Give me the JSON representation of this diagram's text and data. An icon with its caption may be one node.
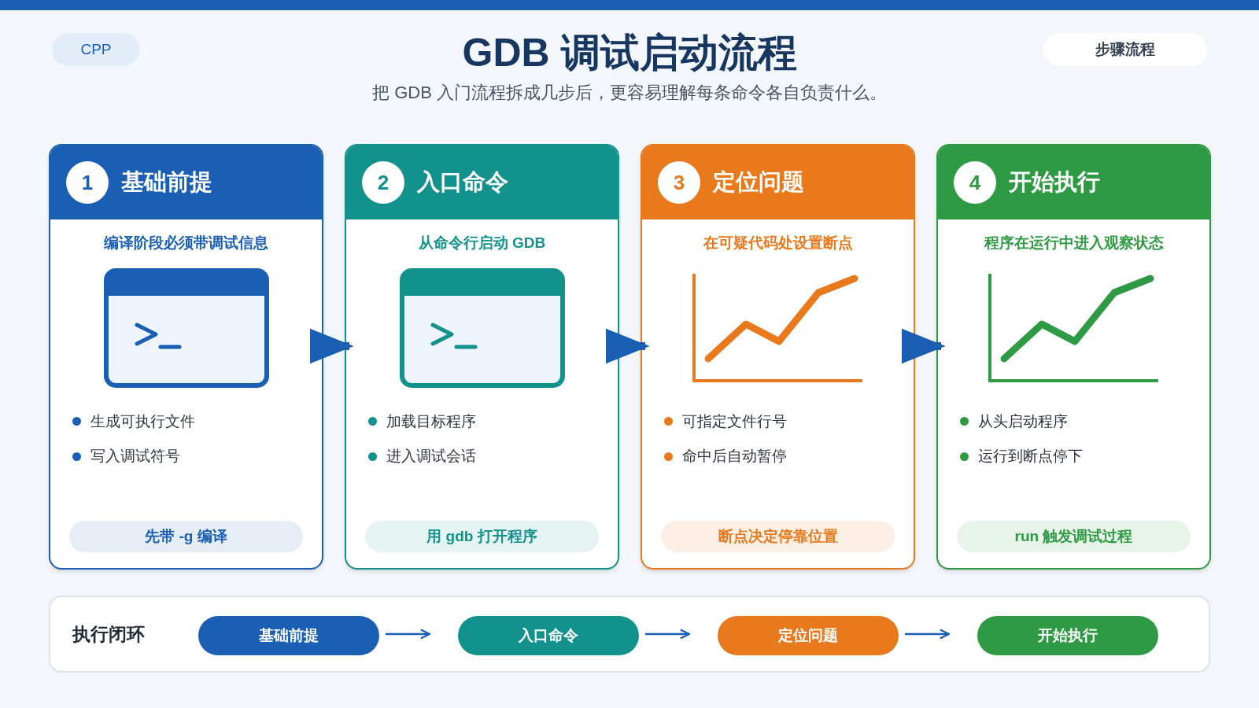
{
  "diagram": {
    "title": "GDB 调试启动流程",
    "caption": "把 GDB 入门流程拆成几步后，更容易理解每条命令各自负责什么。",
    "nodes": [
      {
        "text": [
          "CPP"
        ]
      },
      {
        "text": [
          "步骤流程"
        ]
      },
      {
        "text": [
          "1",
          "基础前提",
          "编译阶段必须带调试信息",
          "生成可执行文件",
          "写入调试符号"
        ]
      },
      {
        "text": [
          "先带 -g 编译"
        ],
        "in": 2
      },
      {
        "text": [
          "2",
          "入口命令",
          "从命令行启动 GDB",
          "加载目标程序",
          "进入调试会话"
        ]
      },
      {
        "text": [
          "用 gdb 打开程序"
        ],
        "in": 4
      },
      {
        "text": [
          "3",
          "定位问题",
          "在可疑代码处设置断点",
          "可指定文件行号",
          "命中后自动暂停"
        ]
      },
      {
        "text": [
          "断点决定停靠位置"
        ],
        "in": 6
      },
      {
        "text": [
          "4",
          "开始执行",
          "程序在运行中进入观察状态",
          "从头启动程序",
          "运行到断点停下"
        ]
      },
      {
        "text": [
          "run 触发调试过程"
        ],
        "in": 8
      },
      {
        "text": [
          "执行闭环"
        ]
      },
      {
        "text": [
          "基础前提"
        ],
        "in": 10
      },
      {
        "text": [
          "入口命令"
        ],
        "in": 10
      },
      {
        "text": [
          "定位问题"
        ],
        "in": 10
      },
      {
        "text": [
          "开始执行"
        ],
        "in": 10
      }
    ],
    "edges": [
      {
        "from": 2,
        "to": 4,
        "arrow": "to",
        "style": "thick"
      },
      {
        "from": 4,
        "to": 6,
        "arrow": "to",
        "style": "thick"
      },
      {
        "from": 6,
        "to": 8,
        "arrow": "to",
        "style": "thick"
      },
      {
        "from": 11,
        "to": 12,
        "arrow": "to"
      },
      {
        "from": 12,
        "to": 13,
        "arrow": "to"
      },
      {
        "from": 13,
        "to": 14,
        "arrow": "to"
      }
    ]
  }
}
